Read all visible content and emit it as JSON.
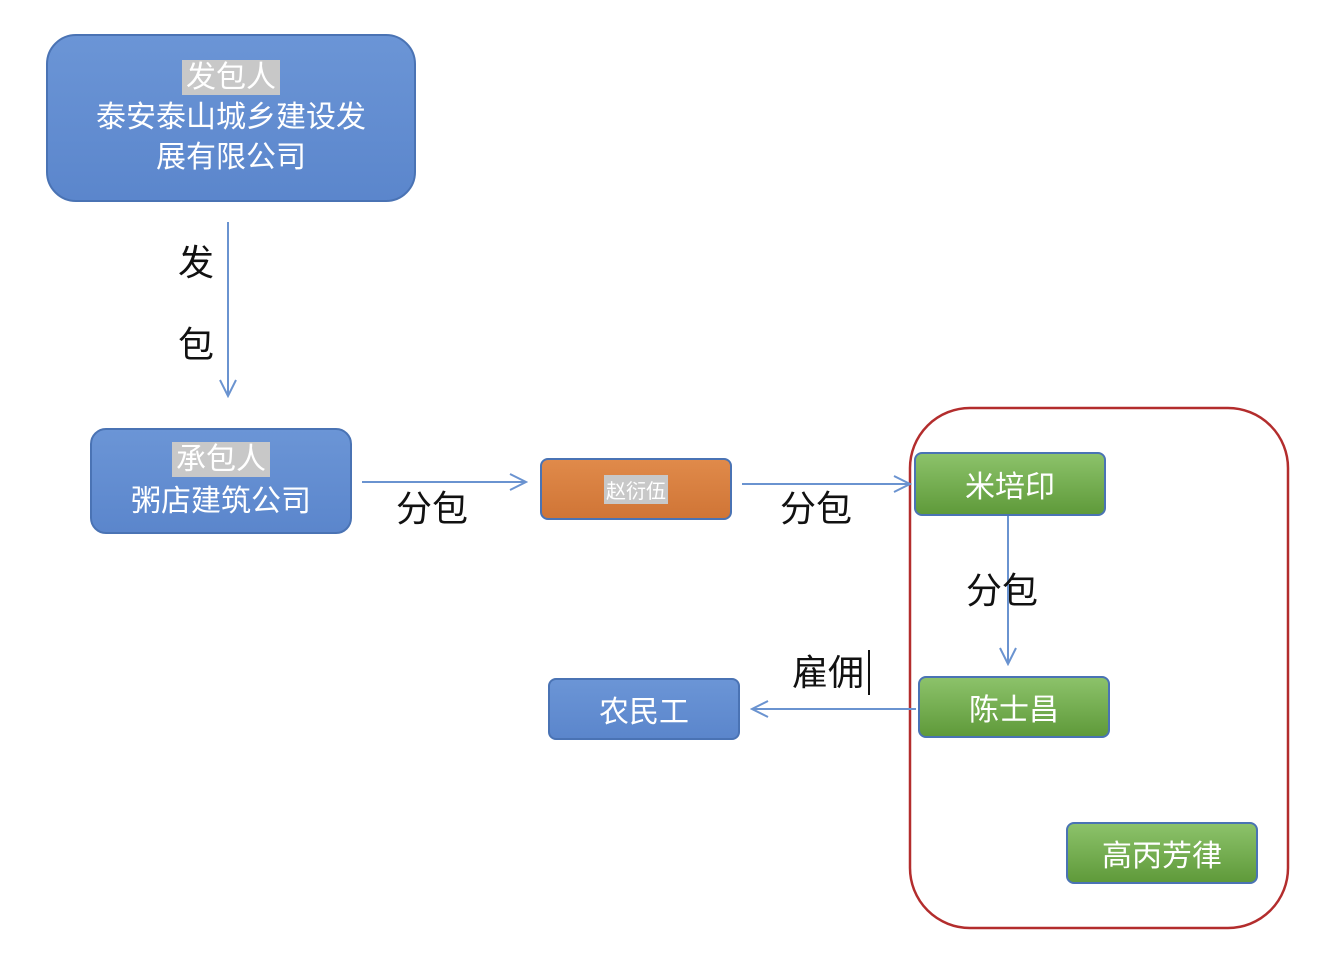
{
  "nodes": {
    "employer": {
      "role": "发包人",
      "name_line1": "泰安泰山城乡建设发",
      "name_line2": "展有限公司"
    },
    "contractor": {
      "role": "承包人",
      "name": "粥店建筑公司"
    },
    "zhao": {
      "name": "赵衍伍"
    },
    "mi": {
      "name": "米培印"
    },
    "chen": {
      "name": "陈士昌"
    },
    "workers": {
      "name": "农民工"
    },
    "gao": {
      "name": "高丙芳律"
    }
  },
  "edges": {
    "contract_char1": "发",
    "contract_char2": "包",
    "subcontract_1": "分包",
    "subcontract_2": "分包",
    "subcontract_3": "分包",
    "hire": "雇佣"
  },
  "colors": {
    "blue_box": "#5b86cc",
    "orange_box": "#d07536",
    "green_box": "#6fa84a",
    "arrow": "#6a93d0",
    "group_border": "#b32d2d"
  }
}
